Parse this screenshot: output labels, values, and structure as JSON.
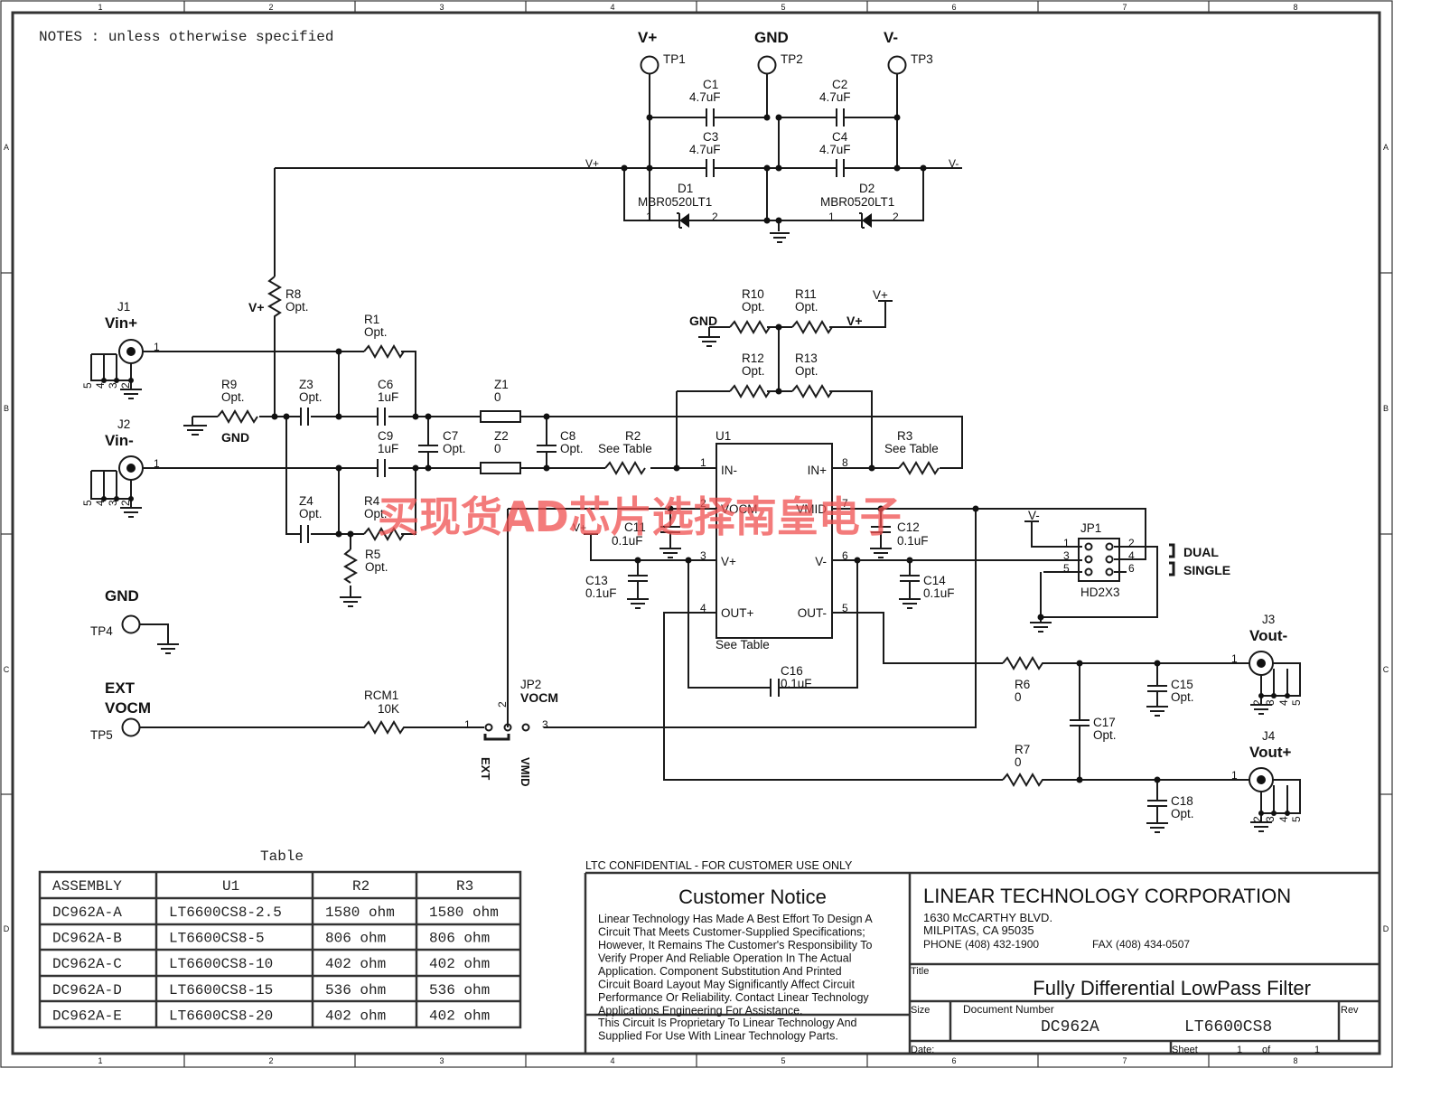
{
  "border": {
    "columns": [
      "1",
      "2",
      "3",
      "4",
      "5",
      "6",
      "7",
      "8"
    ],
    "rows": [
      "A",
      "B",
      "C",
      "D"
    ]
  },
  "notes": "NOTES : unless otherwise specified",
  "power": {
    "tp1": {
      "net": "V+",
      "ref": "TP1"
    },
    "tp2": {
      "net": "GND",
      "ref": "TP2"
    },
    "tp3": {
      "net": "V-",
      "ref": "TP3"
    },
    "c1": {
      "ref": "C1",
      "value": "4.7uF"
    },
    "c2": {
      "ref": "C2",
      "value": "4.7uF"
    },
    "c3": {
      "ref": "C3",
      "value": "4.7uF"
    },
    "c4": {
      "ref": "C4",
      "value": "4.7uF"
    },
    "d1": {
      "ref": "D1",
      "value": "MBR0520LT1",
      "pin1": "1",
      "pin2": "2"
    },
    "d2": {
      "ref": "D2",
      "value": "MBR0520LT1",
      "pin1": "1",
      "pin2": "2"
    },
    "vplus_net": "V+",
    "vminus_net": "V-"
  },
  "inputs": {
    "j1": {
      "ref": "J1",
      "name": "Vin+",
      "pin": "1",
      "shield_pins": [
        "5",
        "4",
        "3",
        "2"
      ]
    },
    "j2": {
      "ref": "J2",
      "name": "Vin-",
      "pin": "1",
      "shield_pins": [
        "5",
        "4",
        "3",
        "2"
      ]
    },
    "r8": {
      "ref": "R8",
      "value": "Opt.",
      "net": "V+"
    },
    "r9": {
      "ref": "R9",
      "value": "Opt.",
      "net": "GND"
    },
    "r1": {
      "ref": "R1",
      "value": "Opt."
    },
    "r4": {
      "ref": "R4",
      "value": "Opt."
    },
    "r5": {
      "ref": "R5",
      "value": "Opt."
    },
    "z3": {
      "ref": "Z3",
      "value": "Opt."
    },
    "z4": {
      "ref": "Z4",
      "value": "Opt."
    },
    "c6": {
      "ref": "C6",
      "value": "1uF"
    },
    "c9": {
      "ref": "C9",
      "value": "1uF"
    },
    "c7": {
      "ref": "C7",
      "value": "Opt."
    },
    "c8": {
      "ref": "C8",
      "value": "Opt."
    },
    "z1": {
      "ref": "Z1",
      "value": "0"
    },
    "z2": {
      "ref": "Z2",
      "value": "0"
    },
    "r2": {
      "ref": "R2",
      "value": "See Table"
    },
    "r3": {
      "ref": "R3",
      "value": "See Table"
    }
  },
  "bias": {
    "gnd": "GND",
    "vplus": "V+",
    "vplus2": "V+",
    "r10": {
      "ref": "R10",
      "value": "Opt."
    },
    "r11": {
      "ref": "R11",
      "value": "Opt."
    },
    "r12": {
      "ref": "R12",
      "value": "Opt."
    },
    "r13": {
      "ref": "R13",
      "value": "Opt."
    }
  },
  "u1": {
    "ref": "U1",
    "note": "See Table",
    "pins": [
      {
        "num": "1",
        "name": "IN-"
      },
      {
        "num": "2",
        "name": "VOCM"
      },
      {
        "num": "3",
        "name": "V+"
      },
      {
        "num": "4",
        "name": "OUT+"
      },
      {
        "num": "8",
        "name": "IN+"
      },
      {
        "num": "7",
        "name": "VMID"
      },
      {
        "num": "6",
        "name": "V-"
      },
      {
        "num": "5",
        "name": "OUT-"
      }
    ],
    "c11": {
      "ref": "C11",
      "value": "0.1uF"
    },
    "c12": {
      "ref": "C12",
      "value": "0.1uF"
    },
    "c13": {
      "ref": "C13",
      "value": "0.1uF"
    },
    "c14": {
      "ref": "C14",
      "value": "0.1uF"
    },
    "c16": {
      "ref": "C16",
      "value": "0.1uF"
    },
    "vplus": "V+"
  },
  "jp1": {
    "ref": "JP1",
    "part": "HD2X3",
    "net": "V-",
    "pins": [
      "1",
      "2",
      "3",
      "4",
      "5",
      "6"
    ],
    "dual": "DUAL",
    "single": "SINGLE"
  },
  "outputs": {
    "j3": {
      "ref": "J3",
      "name": "Vout-",
      "pin": "1",
      "shield_pins": [
        "2",
        "3",
        "4",
        "5"
      ]
    },
    "j4": {
      "ref": "J4",
      "name": "Vout+",
      "pin": "1",
      "shield_pins": [
        "2",
        "3",
        "4",
        "5"
      ]
    },
    "r6": {
      "ref": "R6",
      "value": "0"
    },
    "r7": {
      "ref": "R7",
      "value": "0"
    },
    "c15": {
      "ref": "C15",
      "value": "Opt."
    },
    "c17": {
      "ref": "C17",
      "value": "Opt."
    },
    "c18": {
      "ref": "C18",
      "value": "Opt."
    }
  },
  "testpoints": {
    "gnd_label": "GND",
    "tp4": "TP4",
    "ext_label1": "EXT",
    "ext_label2": "VOCM",
    "tp5": "TP5",
    "rcm1": {
      "ref": "RCM1",
      "value": "10K"
    },
    "jp2": {
      "ref": "JP2",
      "name": "VOCM",
      "pin1": "1",
      "pin2": "2",
      "pin3": "3",
      "ext": "EXT",
      "vmid": "VMID"
    }
  },
  "watermark": "买现货AD芯片选择南皇电子",
  "table": {
    "title": "Table",
    "headers": [
      "ASSEMBLY",
      "U1",
      "R2",
      "R3"
    ],
    "rows": [
      [
        "DC962A-A",
        "LT6600CS8-2.5",
        "1580 ohm",
        "1580 ohm"
      ],
      [
        "DC962A-B",
        "LT6600CS8-5",
        "806 ohm",
        "806 ohm"
      ],
      [
        "DC962A-C",
        "LT6600CS8-10",
        "402 ohm",
        "402 ohm"
      ],
      [
        "DC962A-D",
        "LT6600CS8-15",
        "536 ohm",
        "536 ohm"
      ],
      [
        "DC962A-E",
        "LT6600CS8-20",
        "402 ohm",
        "402 ohm"
      ]
    ]
  },
  "notice": {
    "confidential": "LTC CONFIDENTIAL - FOR CUSTOMER USE ONLY",
    "title": "Customer Notice",
    "lines": [
      "Linear Technology Has Made A Best Effort To Design A",
      "Circuit That Meets Customer-Supplied Specifications;",
      "However, It Remains The Customer's Responsibility To",
      "Verify Proper And Reliable Operation In The Actual",
      "Application. Component Substitution And Printed",
      "Circuit Board Layout May Significantly Affect Circuit",
      "Performance Or Reliability. Contact Linear Technology",
      "Applications Engineering For Assistance."
    ],
    "proprietary": [
      "This Circuit Is Proprietary To Linear Technology And",
      "Supplied For Use With Linear Technology Parts."
    ]
  },
  "titleblock": {
    "company": "LINEAR TECHNOLOGY CORPORATION",
    "address1": "1630 McCARTHY BLVD.",
    "address2": "MILPITAS, CA  95035",
    "phone": "PHONE (408) 432-1900",
    "fax": "FAX (408) 434-0507",
    "title_label": "Title",
    "title": "Fully Differential LowPass Filter",
    "size_label": "Size",
    "docnum_label": "Document Number",
    "docnum": "DC962A",
    "part": "LT6600CS8",
    "rev_label": "Rev",
    "date_label": "Date:",
    "sheet_label": "Sheet",
    "sheet": "1",
    "of_label": "of",
    "sheets": "1"
  }
}
